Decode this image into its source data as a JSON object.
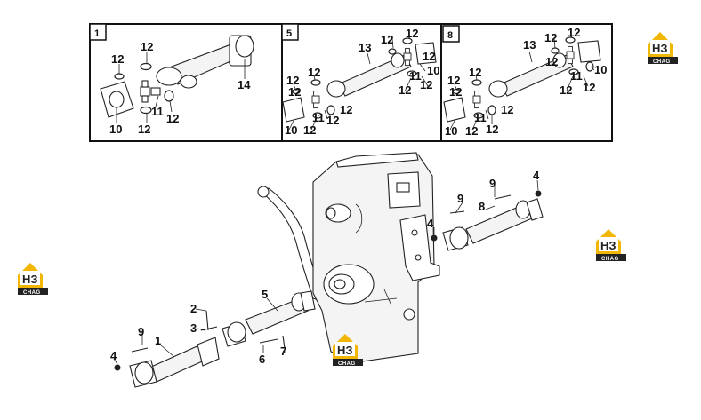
{
  "detail_boxes": [
    {
      "number": "1",
      "labels": [
        "12",
        "12",
        "10",
        "12",
        "11",
        "12",
        "14"
      ]
    },
    {
      "number": "5",
      "labels": [
        "13",
        "12",
        "12",
        "12",
        "12",
        "10",
        "12",
        "11",
        "12",
        "12",
        "12",
        "12",
        "10",
        "12",
        "11",
        "12"
      ]
    },
    {
      "number": "8",
      "labels": [
        "13",
        "12",
        "12",
        "12",
        "12",
        "10",
        "12",
        "11",
        "12",
        "12",
        "12",
        "12",
        "10",
        "12",
        "11",
        "12"
      ]
    }
  ],
  "main_labels": [
    "1",
    "2",
    "3",
    "4",
    "5",
    "6",
    "7",
    "9",
    "4",
    "8",
    "9",
    "9",
    "4"
  ],
  "watermark": {
    "letters": "НЗ",
    "subtext": "CHAG",
    "accent_color": "#f2b705"
  }
}
